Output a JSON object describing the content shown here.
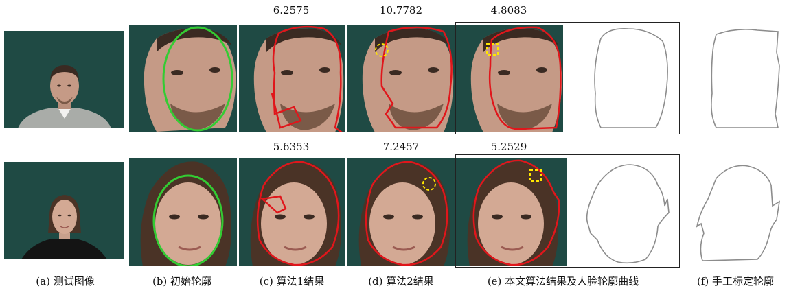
{
  "figure": {
    "rows": [
      {
        "scores": {
          "c": "6.2575",
          "d": "10.7782",
          "e": "4.8083"
        }
      },
      {
        "scores": {
          "c": "5.6353",
          "d": "7.2457",
          "e": "5.2529"
        }
      }
    ],
    "captions": {
      "a": "(a) 测试图像",
      "b": "(b) 初始轮廓",
      "c": "(c) 算法1结果",
      "d": "(d) 算法2结果",
      "e": "(e) 本文算法结果及人脸轮廓曲线",
      "f": "(f) 手工标定轮廓"
    },
    "colors": {
      "background": "#1f4a44",
      "skin": "#c59a86",
      "hair": "#3a2a22",
      "sweater": "#a9aca8",
      "initial_contour": "#33cc33",
      "result_contour": "#e0161b",
      "marker": "#ffe600",
      "curve": "#8c8c8c"
    }
  }
}
